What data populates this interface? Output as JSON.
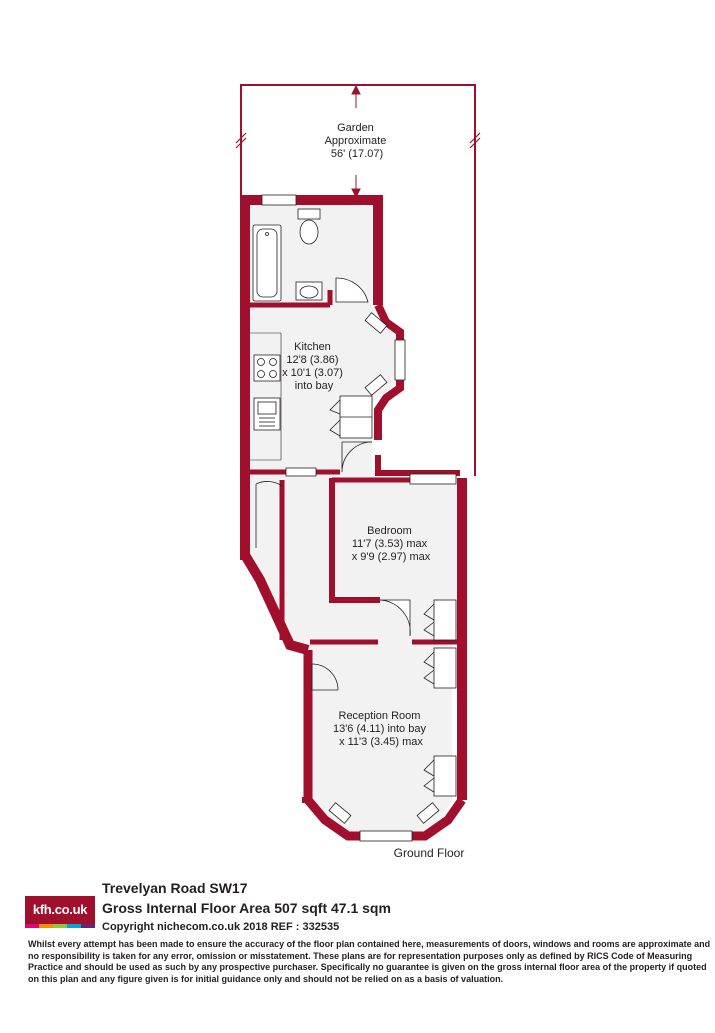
{
  "rooms": {
    "garden": [
      "Garden",
      "Approximate",
      "56' (17.07)"
    ],
    "kitchen": [
      "Kitchen",
      "12'8 (3.86)",
      "x 10'1 (3.07)",
      "into bay"
    ],
    "bedroom": [
      "Bedroom",
      "11'7 (3.53) max",
      "x 9'9 (2.97) max"
    ],
    "reception": [
      "Reception Room",
      "13'6 (4.11) into bay",
      "x 11'3 (3.45) max"
    ]
  },
  "floor_label": "Ground Floor",
  "footer": {
    "address": "Trevelyan Road  SW17",
    "area": "Gross Internal Floor Area 507 sqft 47.1 sqm",
    "copyright": "Copyright nichecom.co.uk 2018 REF : 332535",
    "disclaimer": "Whilst every attempt has been made to ensure the accuracy of the floor plan contained here, measurements of doors, windows and rooms are approximate and no responsibility is taken for any error, omission or misstatement.  These plans are for representation purposes only as defined by RICS Code of Measuring Practice and should be used as such by any prospective purchaser.  Specifically no guarantee is given on the gross internal floor area of the property if quoted on this plan and any figure given is for initial guidance only and should not be relied on as a basis of valuation."
  },
  "logo": {
    "text": "kfh.co.uk",
    "stripe_colors": [
      "#e5007e",
      "#f29100",
      "#8dc63f",
      "#00a6d6",
      "#6d2077"
    ]
  },
  "colors": {
    "wall": "#a0102c",
    "floor": "#f2f2f2",
    "line": "#231f20"
  }
}
